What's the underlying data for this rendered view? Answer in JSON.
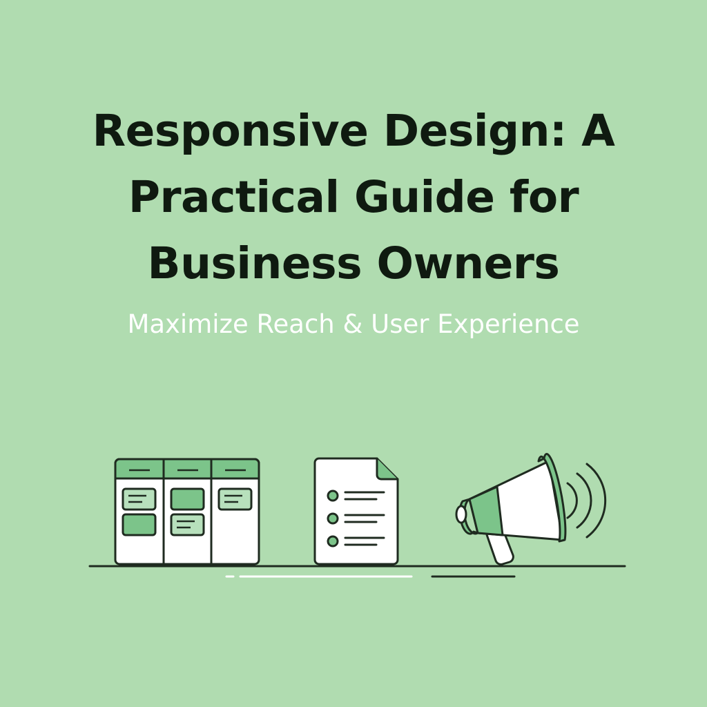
{
  "header": {
    "title_lines": [
      "Responsive Design: A",
      "Practical Guide for",
      "Business Owners"
    ],
    "subtitle": "Maximize Reach & User Experience"
  },
  "illustrations": {
    "items": [
      {
        "icon": "kanban-board-icon"
      },
      {
        "icon": "checklist-document-icon"
      },
      {
        "icon": "megaphone-icon"
      }
    ]
  },
  "colors": {
    "background": "#b0dcb0",
    "ink": "#1f2b20",
    "accent_green": "#7cc48a",
    "accent_green_light": "#b7e0bc",
    "white": "#ffffff"
  }
}
